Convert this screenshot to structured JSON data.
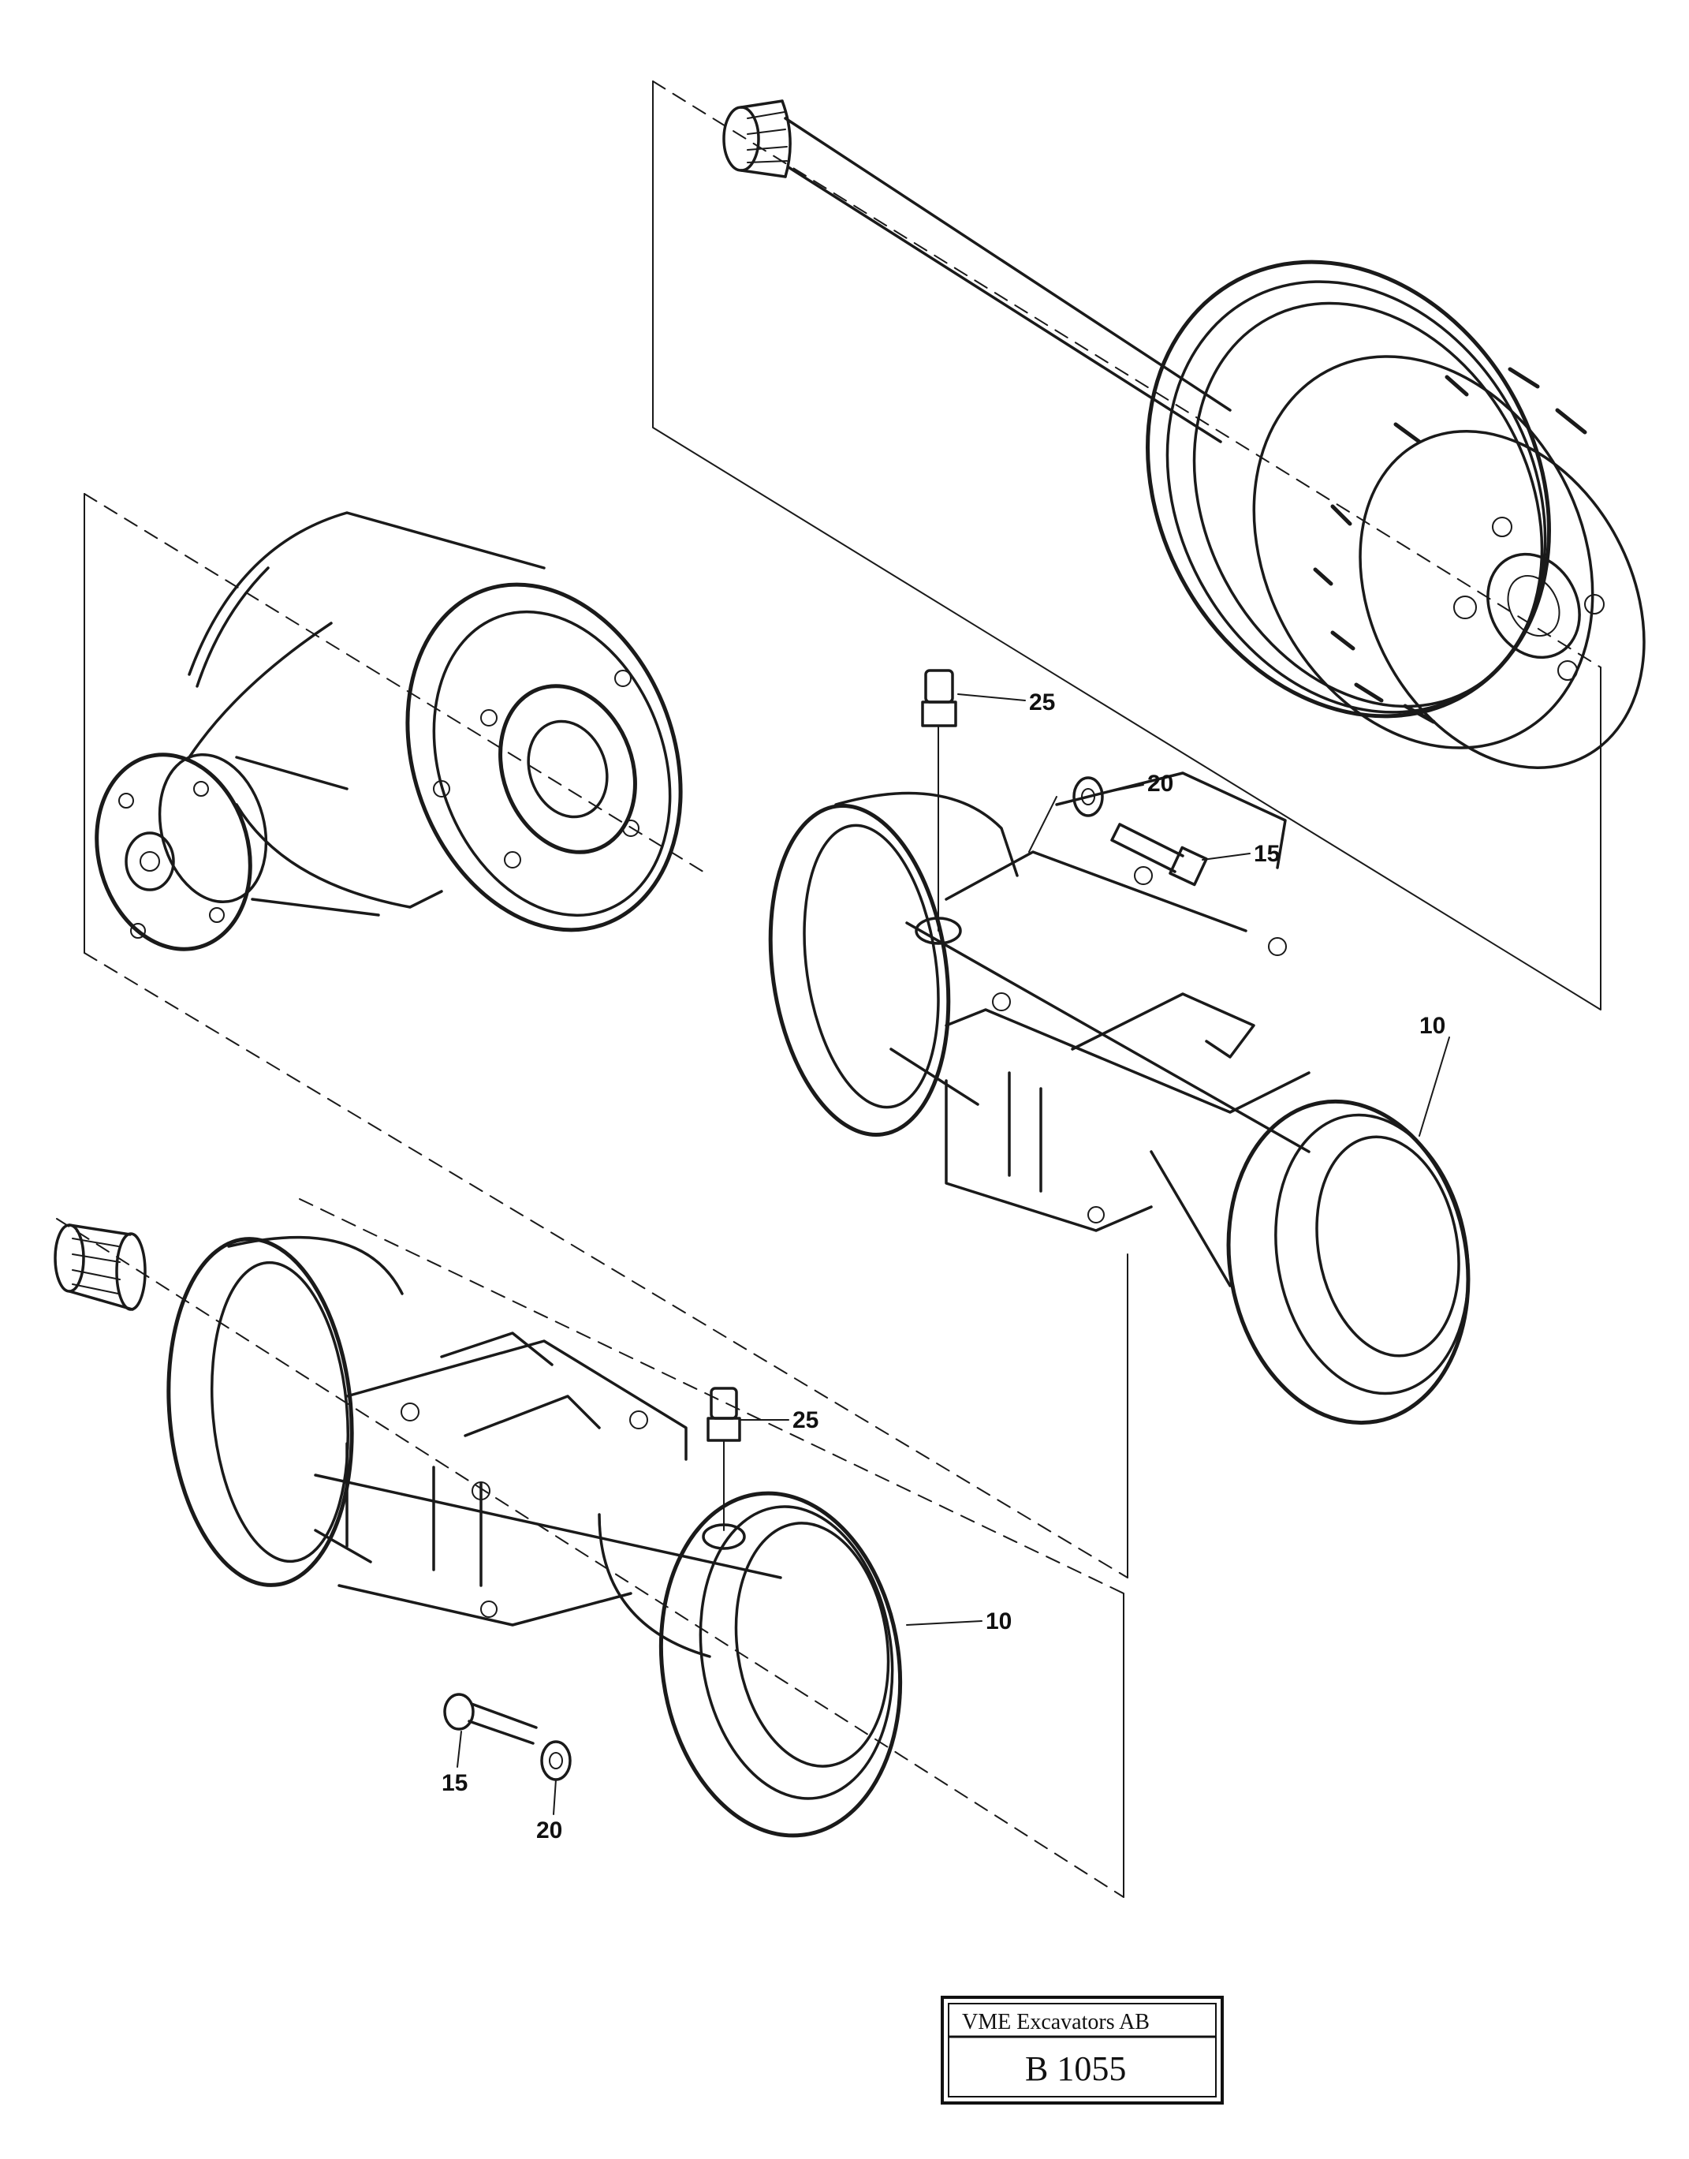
{
  "drawing": {
    "callouts": [
      {
        "id": "c25a",
        "label": "25"
      },
      {
        "id": "c20a",
        "label": "20"
      },
      {
        "id": "c15a",
        "label": "15"
      },
      {
        "id": "c10a",
        "label": "10"
      },
      {
        "id": "c25b",
        "label": "25"
      },
      {
        "id": "c10b",
        "label": "10"
      },
      {
        "id": "c15b",
        "label": "15"
      },
      {
        "id": "c20b",
        "label": "20"
      }
    ]
  },
  "title_block": {
    "company": "VME Excavators AB",
    "drawing_number": "B 1055"
  }
}
